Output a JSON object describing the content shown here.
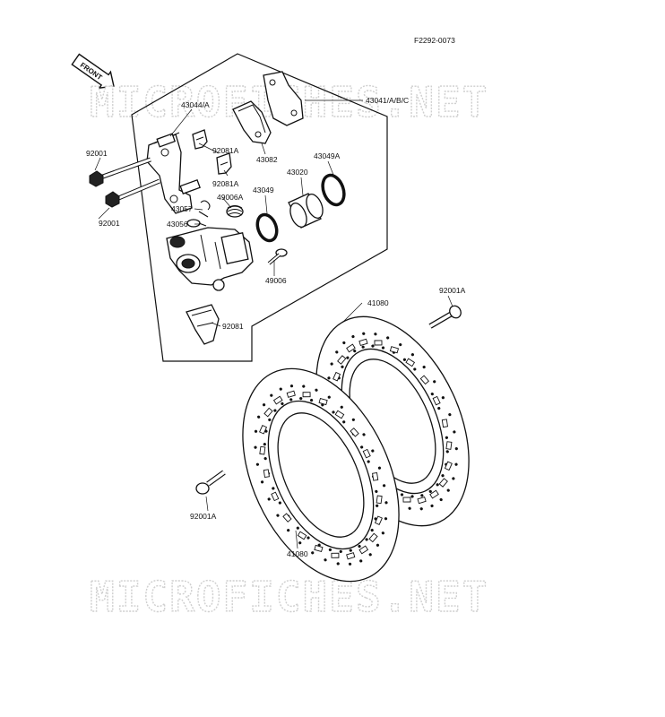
{
  "figure_code": "F2292-0073",
  "front_arrow_label": "FRONT",
  "watermark_text": "MICROFICHES.NET",
  "labels": {
    "pad_set": "43041/A/B/C",
    "bracket": "43044/A",
    "shim": "43082",
    "bolt_92001_top": "92001",
    "bolt_92001_bottom": "92001",
    "clip_92081a_top": "92081A",
    "clip_92081a_bottom": "92081A",
    "dust_seal": "43049A",
    "piston": "43020",
    "piston_seal": "43049",
    "bleeder_cap": "49006A",
    "pin_43057": "43057",
    "valve_43056": "43056",
    "bleeder_valve": "49006",
    "pad_spring": "92081",
    "disc_rear": "41080",
    "disc_front": "41080",
    "bolt_92001a_right": "92001A",
    "bolt_92001a_left": "92001A"
  },
  "colors": {
    "ink": "#111111",
    "watermark": "#cfcfcf",
    "background": "#ffffff"
  }
}
